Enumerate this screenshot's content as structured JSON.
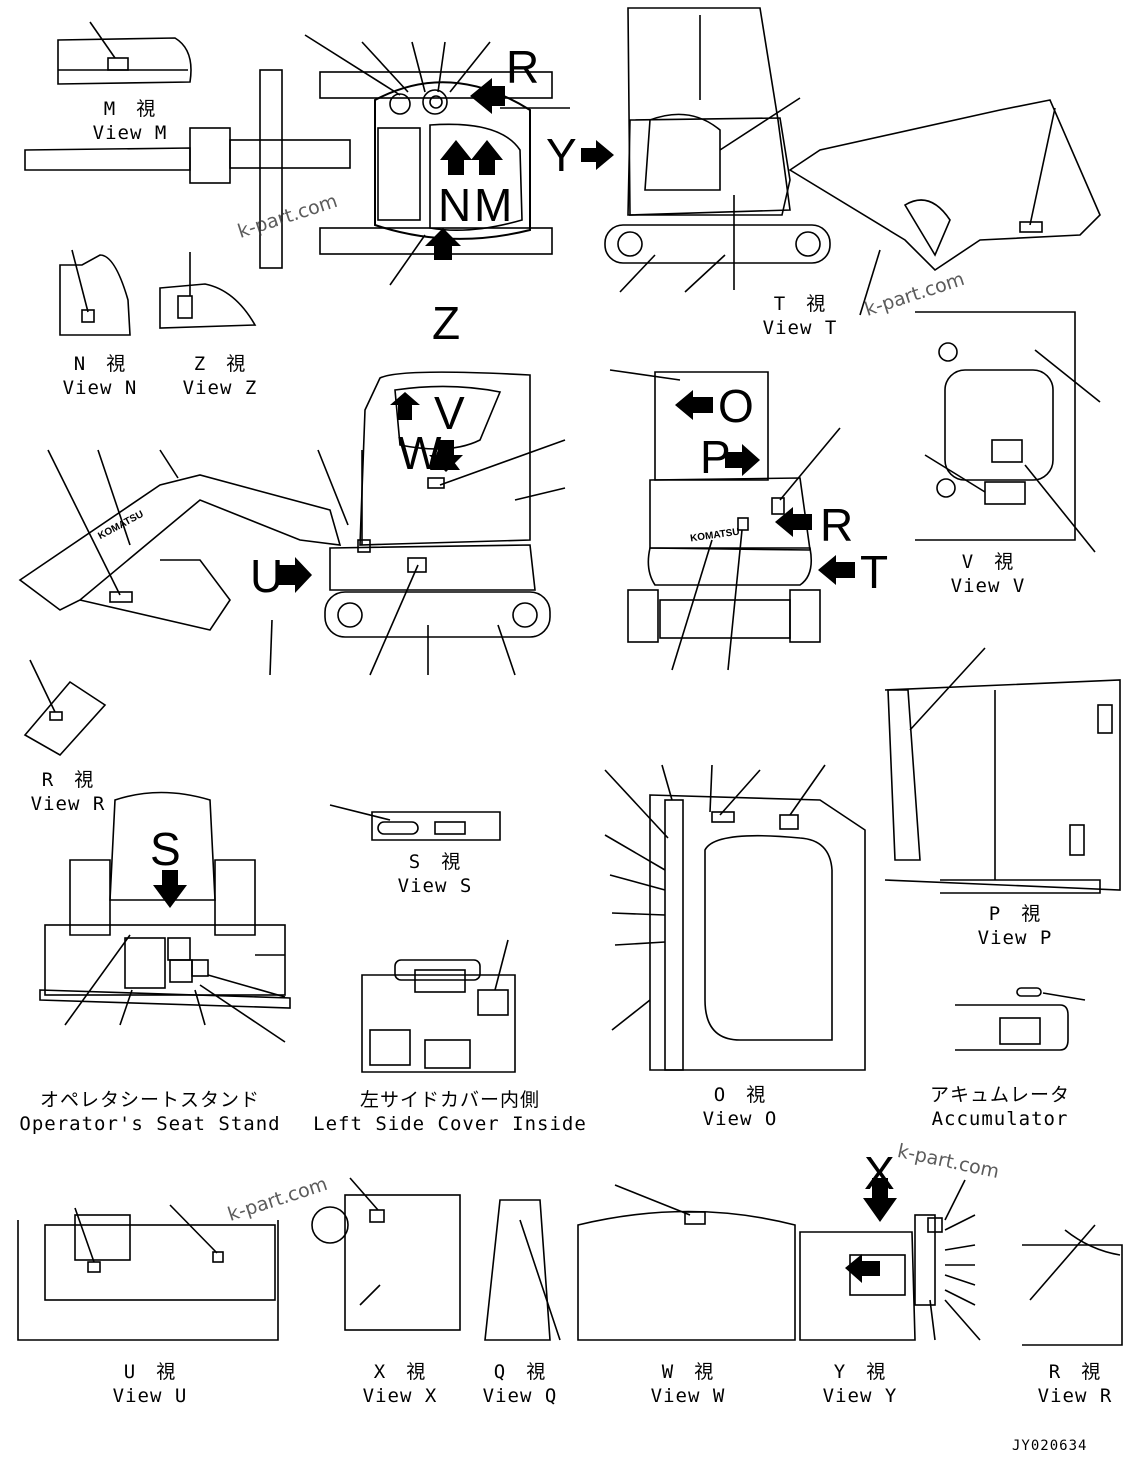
{
  "captions": {
    "view_m": {
      "jp": "M　視",
      "en": "View M"
    },
    "view_n": {
      "jp": "N　視",
      "en": "View N"
    },
    "view_z": {
      "jp": "Z　視",
      "en": "View Z"
    },
    "view_t": {
      "jp": "T　視",
      "en": "View T"
    },
    "view_v": {
      "jp": "V　視",
      "en": "View V"
    },
    "view_r1": {
      "jp": "R　視",
      "en": "View R"
    },
    "view_s": {
      "jp": "S　視",
      "en": "View S"
    },
    "view_p": {
      "jp": "P　視",
      "en": "View P"
    },
    "seat_stand": {
      "jp": "オペレタシートスタンド",
      "en": "Operator's Seat Stand"
    },
    "side_cover": {
      "jp": "左サイドカバー内側",
      "en": "Left Side Cover Inside"
    },
    "view_o": {
      "jp": "O　視",
      "en": "View O"
    },
    "accumulator": {
      "jp": "アキュムレータ",
      "en": "Accumulator"
    },
    "view_u": {
      "jp": "U　視",
      "en": "View U"
    },
    "view_x": {
      "jp": "X　視",
      "en": "View X"
    },
    "view_q": {
      "jp": "Q　視",
      "en": "View Q"
    },
    "view_w": {
      "jp": "W　視",
      "en": "View W"
    },
    "view_y": {
      "jp": "Y　視",
      "en": "View Y"
    },
    "view_r2": {
      "jp": "R　視",
      "en": "View R"
    }
  },
  "markers": {
    "r_top": "R",
    "y": "Y",
    "n": "N",
    "m": "M",
    "z": "Z",
    "v": "V",
    "w": "W",
    "u": "U",
    "o": "O",
    "p": "P",
    "r_mid": "R",
    "t": "T",
    "s": "S",
    "x": "X"
  },
  "brand": {
    "boom": "KOMATSU",
    "rear": "KOMATSU"
  },
  "watermarks": [
    "k-part.com",
    "k-part.com",
    "k-part.com",
    "k-part.com"
  ],
  "drawing_code": "JY020634"
}
